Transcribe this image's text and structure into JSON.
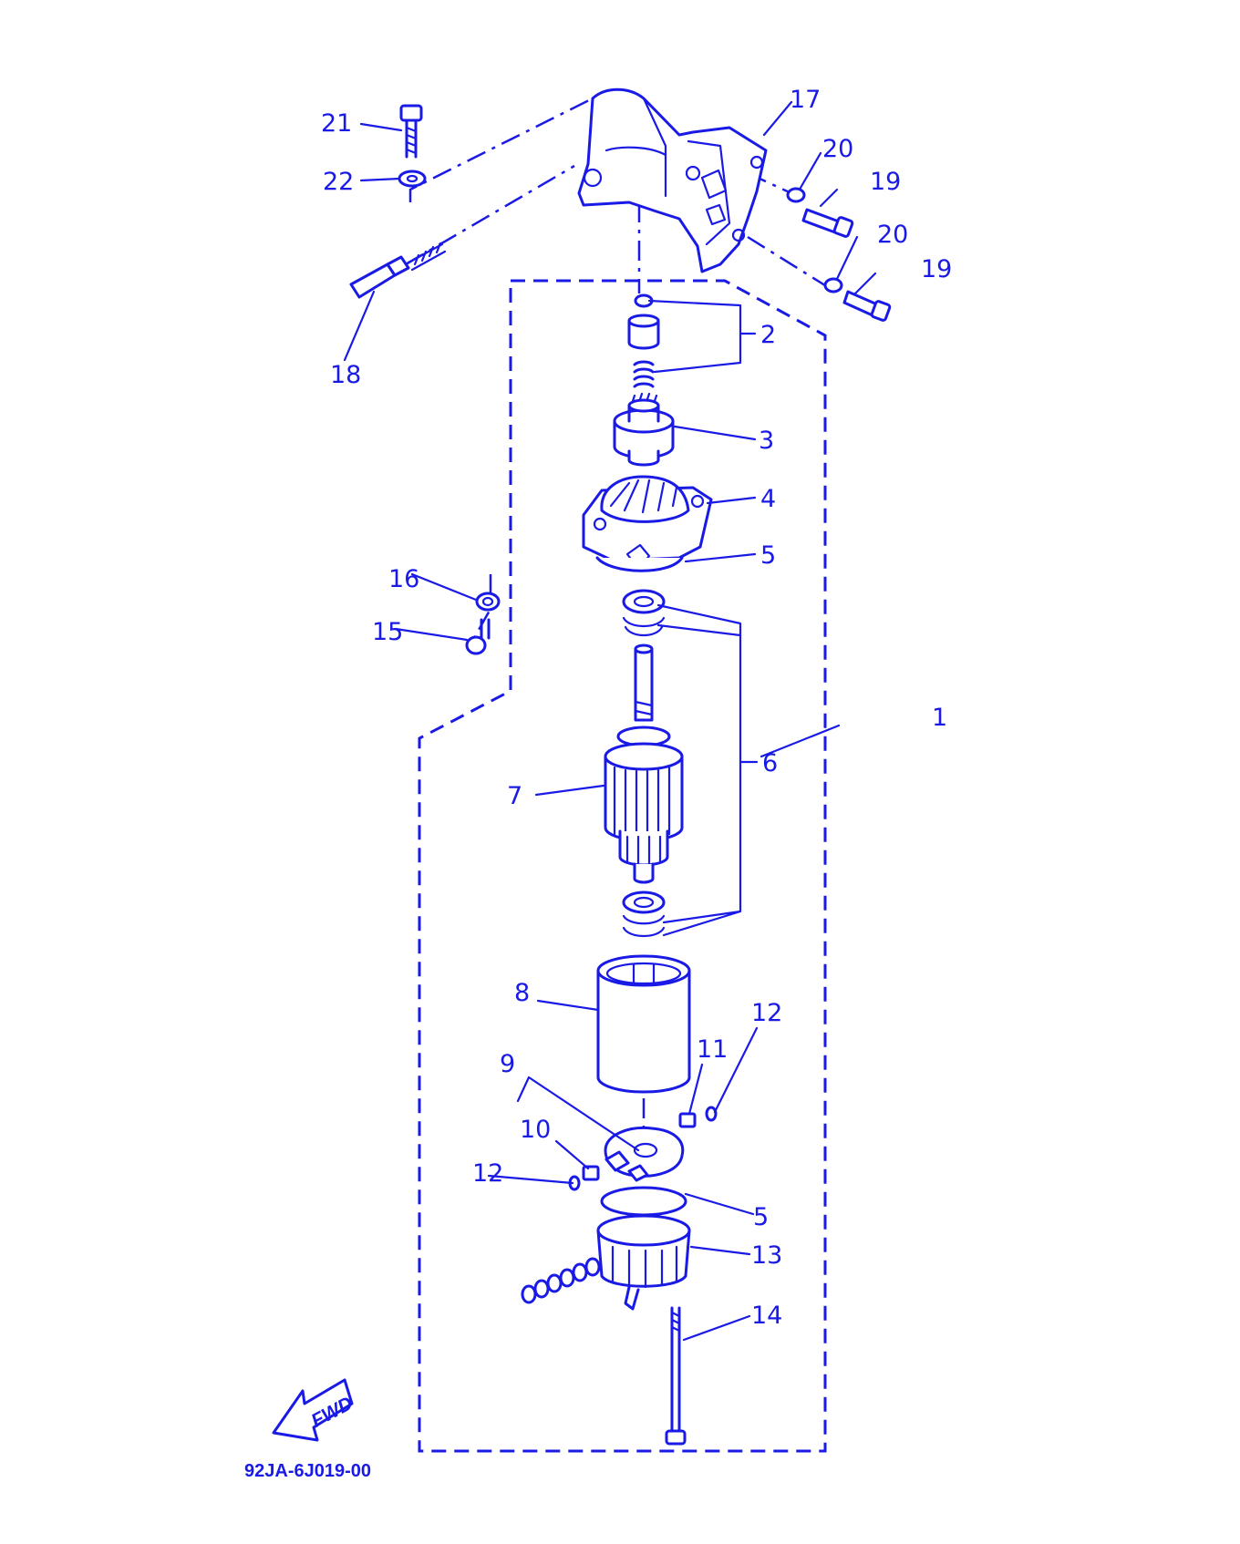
{
  "diagram": {
    "labels": {
      "p1": "1",
      "p2": "2",
      "p3": "3",
      "p4": "4",
      "p5a": "5",
      "p5b": "5",
      "p6": "6",
      "p7": "7",
      "p8": "8",
      "p9": "9",
      "p10": "10",
      "p11": "11",
      "p12a": "12",
      "p12b": "12",
      "p13": "13",
      "p14": "14",
      "p15": "15",
      "p16": "16",
      "p17": "17",
      "p18": "18",
      "p19a": "19",
      "p19b": "19",
      "p20a": "20",
      "p20b": "20",
      "p21": "21",
      "p22": "22"
    },
    "fwd_label": "FWD",
    "drawing_code": "92JA-6J019-00",
    "line_color": "#1a1ae6"
  }
}
